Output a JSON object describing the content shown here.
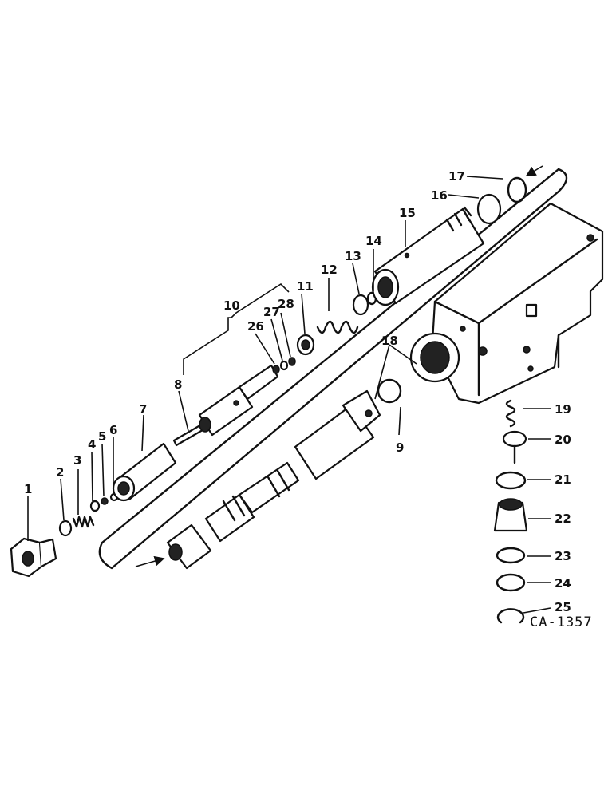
{
  "diagram": {
    "code": "CA-1357",
    "callouts": [
      "1",
      "2",
      "3",
      "4",
      "5",
      "6",
      "7",
      "8",
      "9",
      "10",
      "11",
      "12",
      "13",
      "14",
      "15",
      "16",
      "17",
      "18",
      "19",
      "20",
      "21",
      "22",
      "23",
      "24",
      "25",
      "26",
      "27",
      "28"
    ]
  }
}
